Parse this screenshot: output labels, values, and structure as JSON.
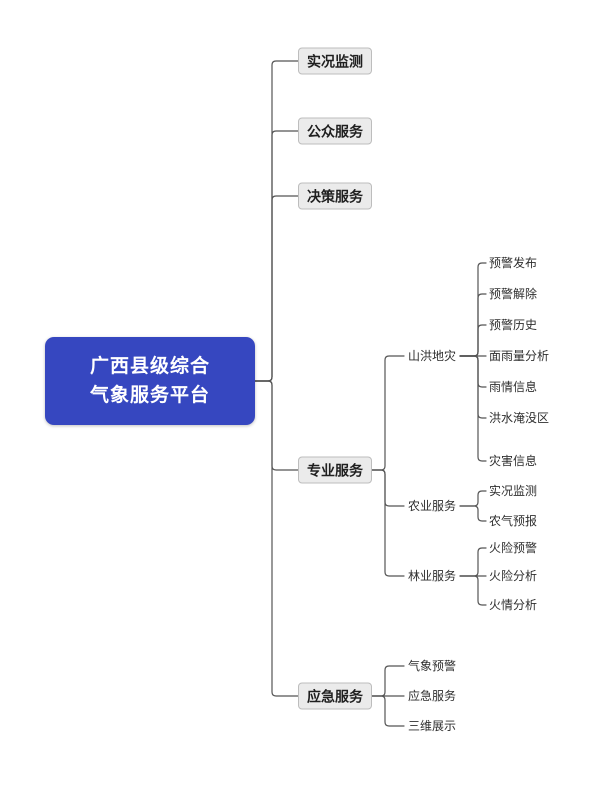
{
  "diagram": {
    "root": {
      "line1": "广西县级综合",
      "line2": "气象服务平台"
    },
    "level1": [
      "实况监测",
      "公众服务",
      "决策服务",
      "专业服务",
      "应急服务"
    ],
    "professional_children": [
      "山洪地灾",
      "农业服务",
      "林业服务"
    ],
    "shanhong_children": [
      "预警发布",
      "预警解除",
      "预警历史",
      "面雨量分析",
      "雨情信息",
      "洪水淹没区",
      "灾害信息"
    ],
    "nongye_children": [
      "实况监测",
      "农气预报"
    ],
    "linye_children": [
      "火险预警",
      "火险分析",
      "火情分析"
    ],
    "yingji_children": [
      "气象预警",
      "应急服务",
      "三维展示"
    ],
    "colors": {
      "root_bg": "#3647c0",
      "root_text": "#ffffff",
      "node_bg": "#ebebeb",
      "node_border": "#bdbdbd",
      "line": "#555555"
    }
  }
}
